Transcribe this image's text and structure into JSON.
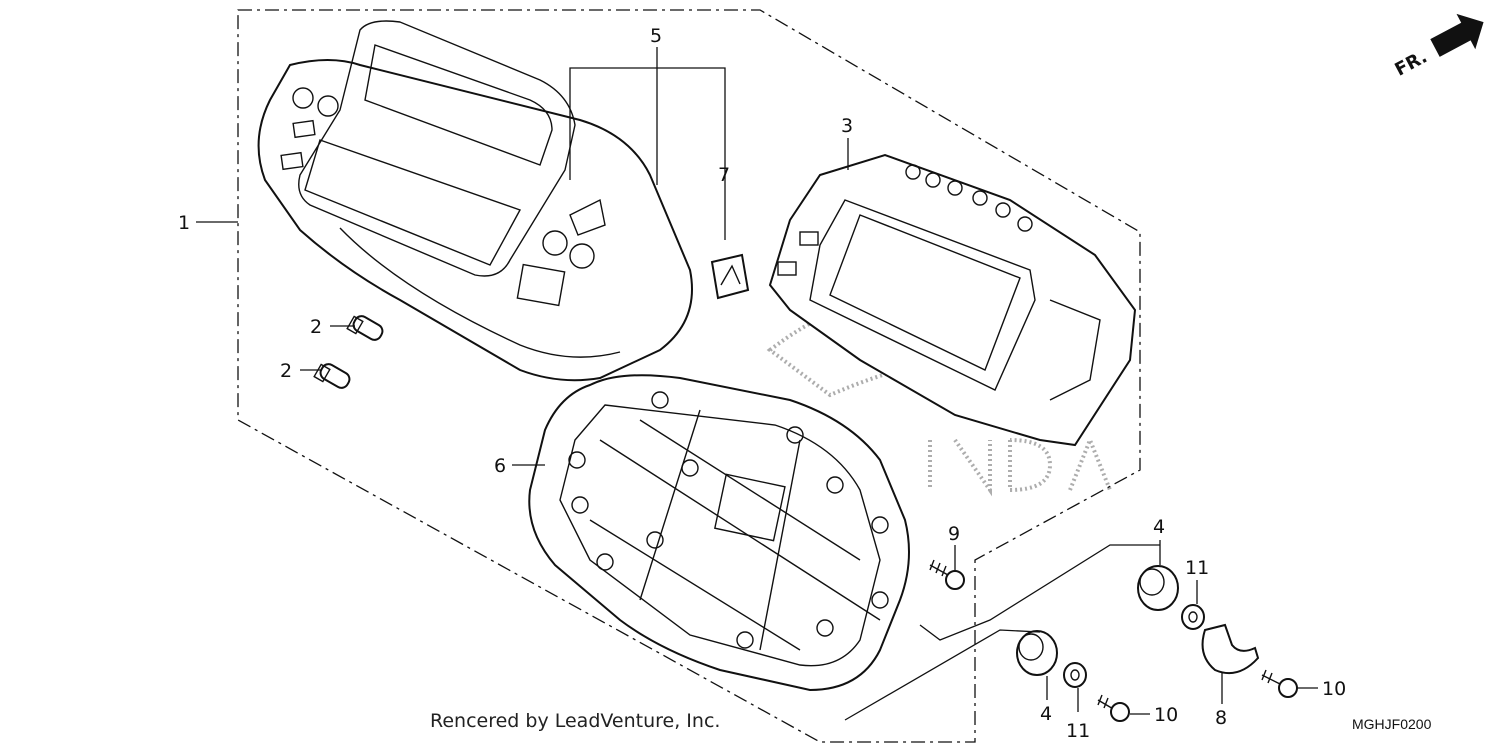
{
  "diagram": {
    "callouts": {
      "c1": "1",
      "c2a": "2",
      "c2b": "2",
      "c3": "3",
      "c4a": "4",
      "c4b": "4",
      "c5": "5",
      "c6": "6",
      "c7": "7",
      "c8": "8",
      "c9": "9",
      "c10a": "10",
      "c10b": "10",
      "c11a": "11",
      "c11b": "11"
    },
    "direction_label": "FR.",
    "footer_text": "Rencered by LeadVenture, Inc.",
    "diagram_code": "MGHJF0200"
  }
}
